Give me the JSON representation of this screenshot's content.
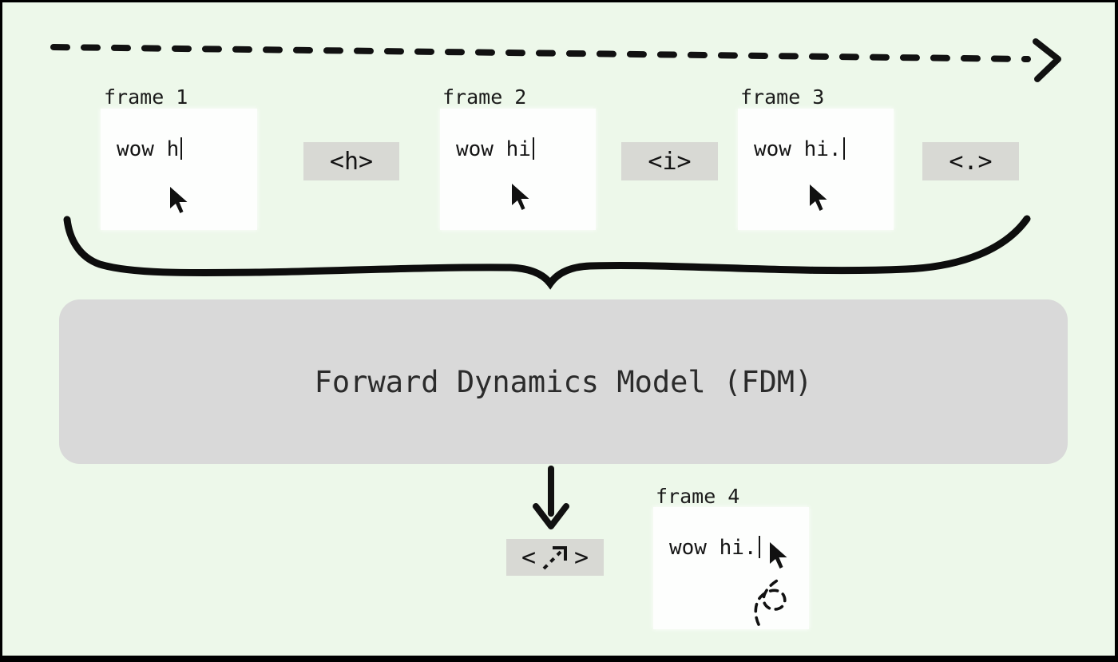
{
  "colors": {
    "background": "#edf8ea",
    "frame_bg": "#fdfefd",
    "chip_bg": "#d8d9d4",
    "fdm_bg": "#d9d9d9",
    "ink": "#161616"
  },
  "timeline": {
    "frames": [
      {
        "label": "frame 1",
        "text": "wow h"
      },
      {
        "label": "frame 2",
        "text": "wow hi"
      },
      {
        "label": "frame 3",
        "text": "wow hi."
      },
      {
        "label": "frame 4",
        "text": "wow hi."
      }
    ],
    "actions": [
      {
        "label": "<h>"
      },
      {
        "label": "<i>"
      },
      {
        "label": "<.>"
      },
      {
        "open": "<",
        "close": ">",
        "icon": "dashed-ne-arrow-icon"
      }
    ]
  },
  "model": {
    "label": "Forward Dynamics Model (FDM)"
  },
  "decorations": {
    "top_arrow": "dashed-right-arrow",
    "brace": "hand-drawn-underbrace",
    "output_arrow": "down-arrow",
    "cursor": "mouse-pointer",
    "trail": "dashed-cursor-trail-loop"
  }
}
